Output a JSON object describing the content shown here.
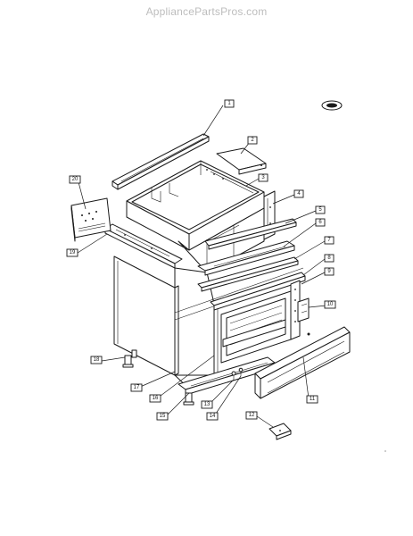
{
  "watermark": "AppliancePartsPros.com",
  "diagram": {
    "callouts": [
      {
        "id": "callout-1",
        "label": "1"
      },
      {
        "id": "callout-2",
        "label": "2"
      },
      {
        "id": "callout-3",
        "label": "3"
      },
      {
        "id": "callout-4",
        "label": "4"
      },
      {
        "id": "callout-5",
        "label": "5"
      },
      {
        "id": "callout-6",
        "label": "6"
      },
      {
        "id": "callout-7",
        "label": "7"
      },
      {
        "id": "callout-8",
        "label": "8"
      },
      {
        "id": "callout-9",
        "label": "9"
      },
      {
        "id": "callout-10",
        "label": "10"
      },
      {
        "id": "callout-11",
        "label": "11"
      },
      {
        "id": "callout-12",
        "label": "12"
      },
      {
        "id": "callout-13",
        "label": "13"
      },
      {
        "id": "callout-14",
        "label": "14"
      },
      {
        "id": "callout-15",
        "label": "15"
      },
      {
        "id": "callout-16",
        "label": "16"
      },
      {
        "id": "callout-17",
        "label": "17"
      },
      {
        "id": "callout-18",
        "label": "18"
      },
      {
        "id": "callout-19",
        "label": "19"
      },
      {
        "id": "callout-20",
        "label": "20"
      }
    ]
  }
}
